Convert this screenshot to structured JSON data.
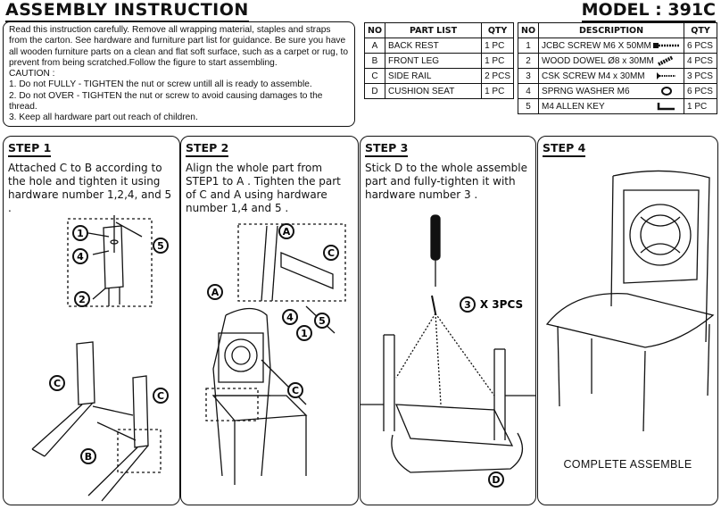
{
  "header": {
    "title": "ASSEMBLY INSTRUCTION",
    "model": "MODEL : 391C"
  },
  "instructions": {
    "intro": "Read this  instruction carefully. Remove all wrapping material, staples and straps from the carton. See hardware and furniture part list for guidance. Be sure you have all wooden furniture parts on a clean and flat soft surface, such as a carpet or rug, to prevent from being scratched.Follow the figure to start assembling.",
    "caution_label": "CAUTION :",
    "caution_1": "1. Do not FULLY - TIGHTEN the nut or screw untill all is ready to assemble.",
    "caution_2": "2. Do not OVER -  TIGHTEN the nut or screw to avoid causing damages to the thread.",
    "caution_3": "3. Keep all hardware part out reach of children."
  },
  "parts_list": {
    "headers": [
      "NO",
      "PART LIST",
      "QTY"
    ],
    "rows": [
      {
        "no": "A",
        "name": "BACK REST",
        "qty": "1 PC"
      },
      {
        "no": "B",
        "name": "FRONT LEG",
        "qty": "1 PC"
      },
      {
        "no": "C",
        "name": "SIDE RAIL",
        "qty": "2 PCS"
      },
      {
        "no": "D",
        "name": "CUSHION SEAT",
        "qty": "1 PC"
      }
    ]
  },
  "hardware": {
    "headers": [
      "NO",
      "DESCRIPTION",
      "QTY"
    ],
    "rows": [
      {
        "no": "1",
        "name": "JCBC SCREW M6 X 50MM",
        "icon": "bolt-icon",
        "qty": "6 PCS"
      },
      {
        "no": "2",
        "name": "WOOD DOWEL Ø8 x 30MM",
        "icon": "dowel-icon",
        "qty": "4 PCS"
      },
      {
        "no": "3",
        "name": "CSK SCREW M4 x 30MM",
        "icon": "screw-icon",
        "qty": "3 PCS"
      },
      {
        "no": "4",
        "name": "SPRNG WASHER M6",
        "icon": "washer-icon",
        "qty": "6 PCS"
      },
      {
        "no": "5",
        "name": "M4 ALLEN KEY",
        "icon": "allen-key-icon",
        "qty": "1 PC"
      }
    ]
  },
  "steps": [
    {
      "label": "STEP 1",
      "text": "Attached C to B according to the hole and tighten it using hardware number 1,2,4, and 5 ."
    },
    {
      "label": "STEP 2",
      "text": "Align the whole part from STEP1 to A . Tighten the part of C and A using hardware number 1,4 and 5 ."
    },
    {
      "label": "STEP 3",
      "text": "Stick D to the whole assemble part and fully-tighten it with hardware number 3 ."
    },
    {
      "label": "STEP 4",
      "text": ""
    }
  ],
  "callouts": {
    "step1": [
      "1",
      "4",
      "2",
      "5",
      "C",
      "C",
      "B"
    ],
    "step2": [
      "A",
      "C",
      "4",
      "5",
      "1",
      "A",
      "C"
    ],
    "step3": [
      "3",
      "X 3PCS",
      "D"
    ]
  },
  "step4_caption": "COMPLETE ASSEMBLE"
}
